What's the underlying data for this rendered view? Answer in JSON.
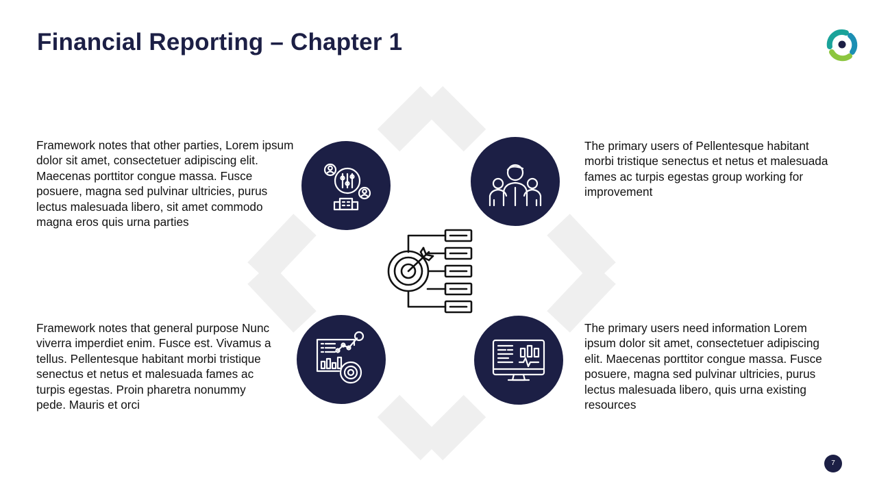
{
  "slide": {
    "title": "Financial Reporting – Chapter 1",
    "page_number": "7"
  },
  "blocks": [
    {
      "id": "top-left",
      "icon": "stakeholders-settings-icon",
      "text": "Framework notes that other parties, Lorem ipsum dolor sit amet, consectetuer adipiscing elit. Maecenas porttitor congue massa. Fusce posuere, magna sed pulvinar ultricies, purus lectus malesuada libero, sit amet commodo magna eros quis urna parties"
    },
    {
      "id": "top-right",
      "icon": "team-users-icon",
      "text": "The primary users of Pellentesque habitant morbi tristique senectus et netus et malesuada fames ac turpis egestas group working for improvement"
    },
    {
      "id": "bottom-left",
      "icon": "analytics-report-icon",
      "text": "Framework notes that general purpose Nunc viverra imperdiet enim. Fusce est. Vivamus a tellus. Pellentesque habitant morbi tristique senectus et netus et malesuada fames ac turpis egestas. Proin pharetra nonummy pede. Mauris et orci"
    },
    {
      "id": "bottom-right",
      "icon": "monitor-dashboard-icon",
      "text": "The primary users need information Lorem ipsum dolor sit amet, consectetuer adipiscing elit. Maecenas porttitor congue massa. Fusce posuere, magna sed pulvinar ultricies, purus lectus malesuada libero, quis urna existing resources"
    }
  ],
  "center_icon": "target-goals-icon",
  "logo_icon": "brand-logo-icon",
  "colors": {
    "primary": "#1c1f45",
    "diamond": "#efefef",
    "logo_teal": "#1aa39a",
    "logo_green": "#8cc63f",
    "text": "#111111"
  }
}
